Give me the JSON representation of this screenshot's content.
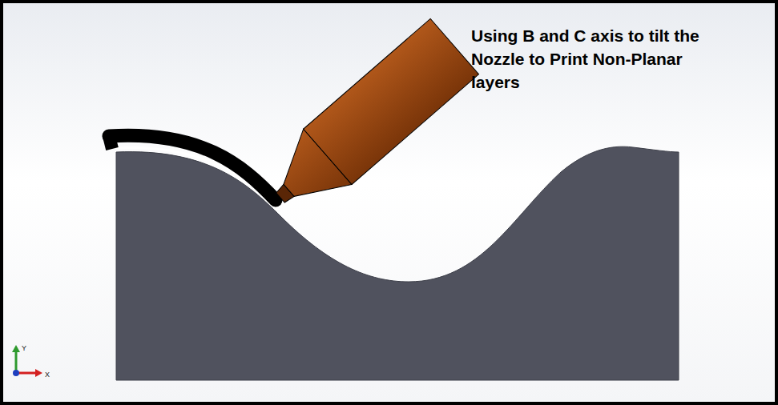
{
  "diagram": {
    "labels": [
      "Using B and C axis to tilt the Nozzle to Print Non-Planar layers",
      "Y",
      "X"
    ]
  }
}
